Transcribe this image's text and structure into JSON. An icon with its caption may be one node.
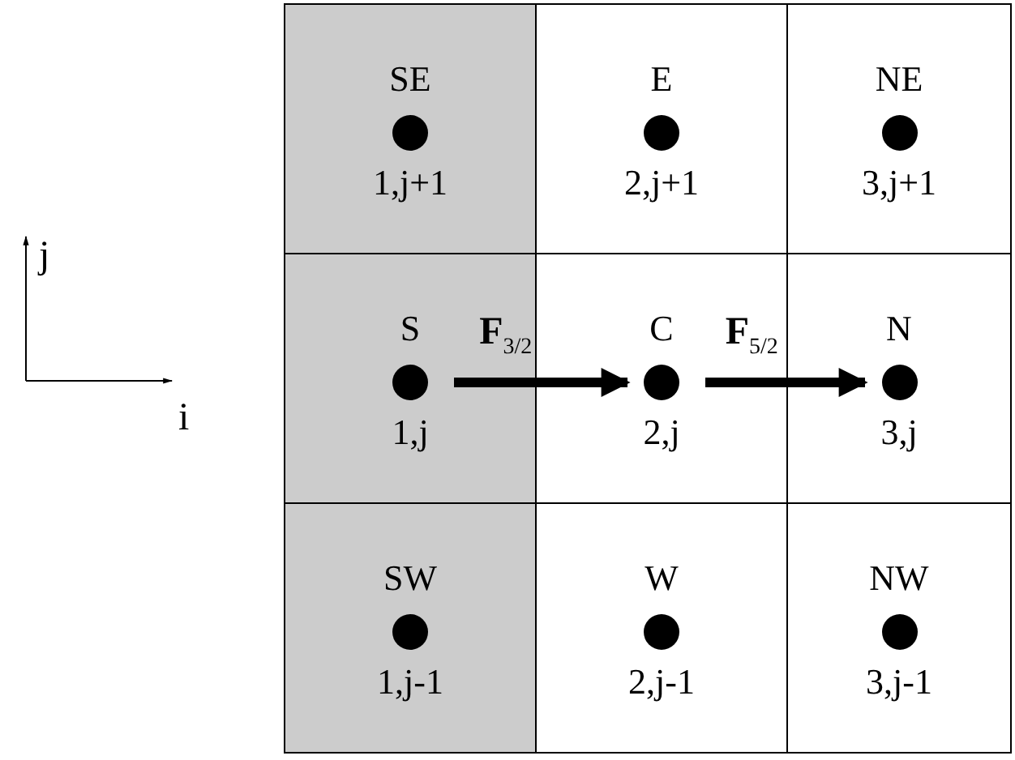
{
  "diagram": {
    "nodes": [
      {
        "text": [
          "SE",
          "1,j+1"
        ]
      },
      {
        "text": [],
        "shape": "circle",
        "in": 0
      },
      {
        "text": [
          "E",
          "2,j+1"
        ]
      },
      {
        "text": [],
        "shape": "circle",
        "in": 2
      },
      {
        "text": [
          "NE",
          "3,j+1"
        ]
      },
      {
        "text": [],
        "shape": "circle",
        "in": 4
      },
      {
        "text": [
          "S",
          "1,j"
        ]
      },
      {
        "text": [],
        "shape": "circle",
        "in": 6
      },
      {
        "text": [
          "C",
          "2,j"
        ]
      },
      {
        "text": [],
        "shape": "circle",
        "in": 8
      },
      {
        "text": [
          "N",
          "3,j"
        ]
      },
      {
        "text": [],
        "shape": "circle",
        "in": 10
      },
      {
        "text": [
          "SW",
          "1,j-1"
        ]
      },
      {
        "text": [],
        "shape": "circle",
        "in": 12
      },
      {
        "text": [
          "W",
          "2,j-1"
        ]
      },
      {
        "text": [],
        "shape": "circle",
        "in": 14
      },
      {
        "text": [
          "NW",
          "3,j-1"
        ]
      },
      {
        "text": [],
        "shape": "circle",
        "in": 16
      }
    ],
    "edges": [
      {
        "from": 7,
        "to": 9,
        "arrow": "to",
        "label": "**F**$_{3/2}$"
      },
      {
        "from": 9,
        "to": 11,
        "arrow": "to",
        "label": "**F**$_{5/2}$"
      }
    ],
    "labels": [
      "j",
      "i"
    ]
  }
}
